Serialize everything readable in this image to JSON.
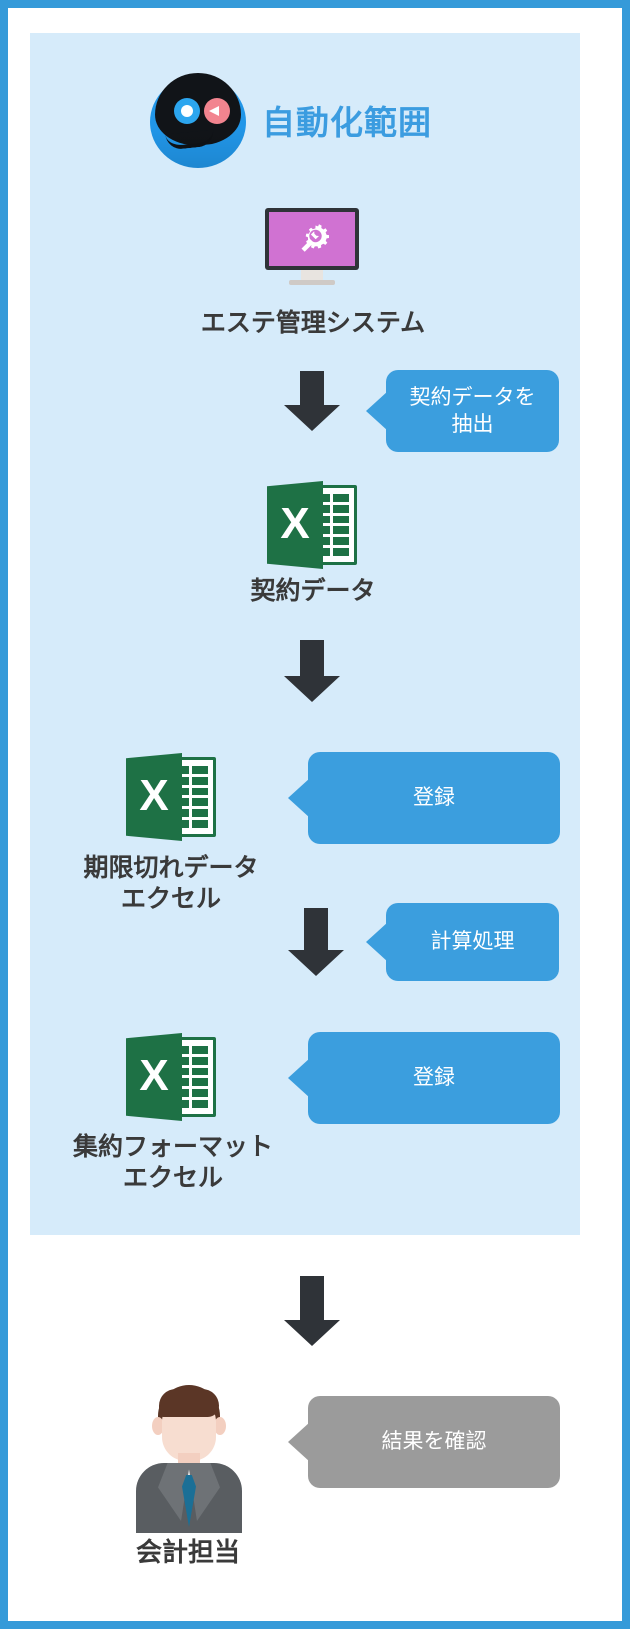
{
  "header": {
    "robot_icon": "robot-icon",
    "title": "自動化範囲"
  },
  "colors": {
    "border": "#359ad9",
    "zone_bg": "#d6ebfa",
    "bubble_blue": "#3b9ede",
    "bubble_gray": "#9b9b9b",
    "arrow": "#2f3338",
    "excel_green": "#1e7145",
    "monitor_screen": "#d072d2",
    "title_blue": "#3b9ce0",
    "caption_text": "#3a3a3a"
  },
  "nodes": [
    {
      "id": "system",
      "icon": "monitor-settings-icon",
      "caption": "エステ管理システム"
    },
    {
      "id": "contract-data",
      "icon": "excel-file-icon",
      "caption": "契約データ"
    },
    {
      "id": "expired-data",
      "icon": "excel-file-icon",
      "caption": "期限切れデータ\nエクセル"
    },
    {
      "id": "summary-data",
      "icon": "excel-file-icon",
      "caption": "集約フォーマット\nエクセル"
    },
    {
      "id": "accountant",
      "icon": "businessman-icon",
      "caption": "会計担当"
    }
  ],
  "callouts": [
    {
      "id": "extract",
      "label": "契約データを\n抽出",
      "style": "blue"
    },
    {
      "id": "register1",
      "label": "登録",
      "style": "blue"
    },
    {
      "id": "calculate",
      "label": "計算処理",
      "style": "blue"
    },
    {
      "id": "register2",
      "label": "登録",
      "style": "blue"
    },
    {
      "id": "confirm",
      "label": "結果を確認",
      "style": "gray"
    }
  ],
  "excel_cell_value": "X"
}
